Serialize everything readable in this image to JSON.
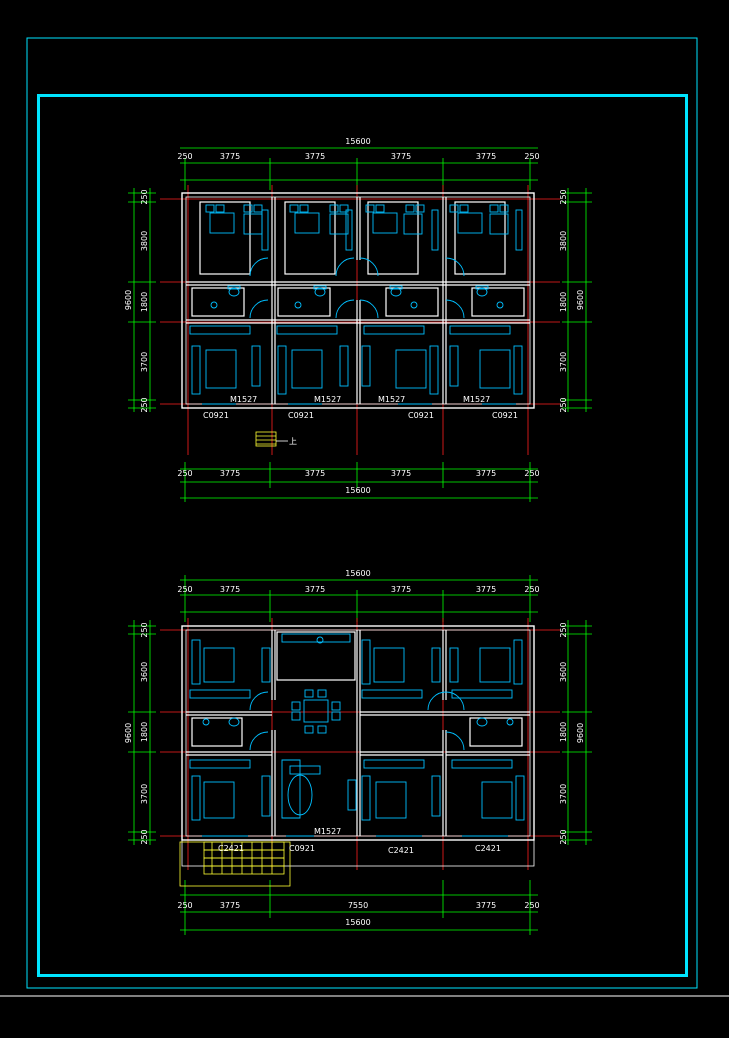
{
  "colors": {
    "background": "#000000",
    "frame": "#00e5ff",
    "wall": "#ffffff",
    "dimension": "#00ff00",
    "axis": "#ff2020",
    "furniture": "#00bfff",
    "stair": "#ffff33"
  },
  "plan_top": {
    "total_width": "15600",
    "segments": [
      "250",
      "3775",
      "3775",
      "3775",
      "3775",
      "250"
    ],
    "left_segments": [
      "250",
      "3800",
      "1800",
      "3700",
      "250"
    ],
    "left_total": "9600",
    "right_segments": [
      "250",
      "3800",
      "1800",
      "3700",
      "250"
    ],
    "right_total": "9600",
    "door_labels": [
      "M1527",
      "M1527",
      "M1527",
      "M1527"
    ],
    "window_labels": [
      "C0921",
      "C0921",
      "C0921",
      "C0921"
    ],
    "stair_note": "上",
    "bottom_total": "15600"
  },
  "plan_bottom": {
    "total_width": "15600",
    "segments": [
      "250",
      "3775",
      "3775",
      "3775",
      "3775",
      "250"
    ],
    "left_segments": [
      "250",
      "3600",
      "1800",
      "3700",
      "250"
    ],
    "left_total": "9600",
    "right_segments": [
      "250",
      "3600",
      "1800",
      "3700",
      "250"
    ],
    "right_total": "9600",
    "door_label": "M1527",
    "window_labels": [
      "C2421",
      "C0921",
      "C2421",
      "C2421"
    ],
    "bottom_segments": [
      "250",
      "3775",
      "7550",
      "3775",
      "250"
    ],
    "bottom_total": "15600"
  }
}
